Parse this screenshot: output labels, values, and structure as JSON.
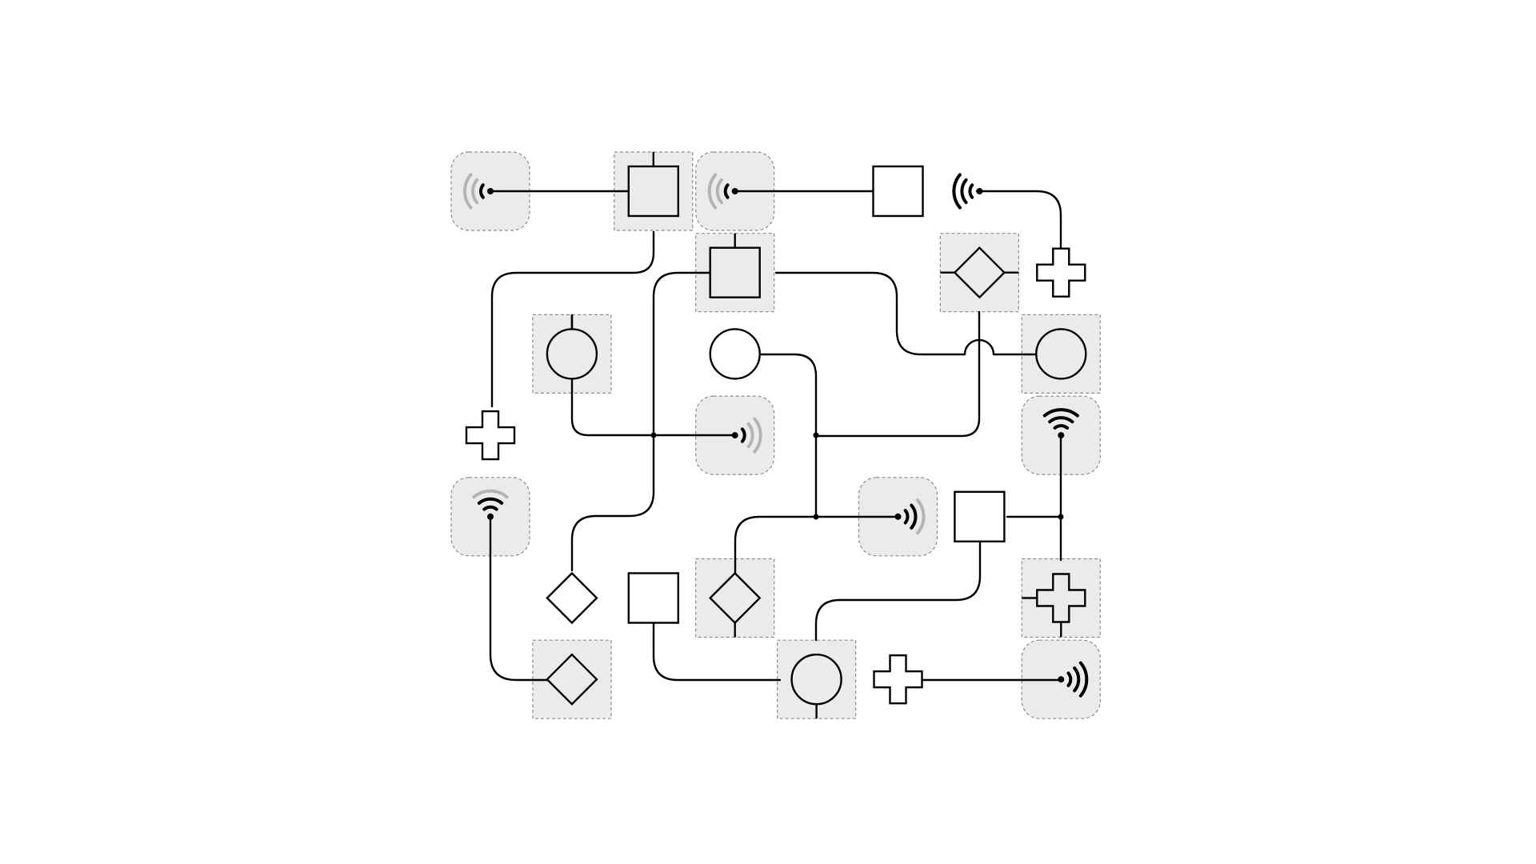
{
  "puzzle": {
    "type": "network-connection",
    "grid": {
      "cols": 8,
      "rows": 7
    },
    "colors": {
      "background": "#ffffff",
      "tile_fill": "#ebebeb",
      "tile_border": "#8c8c8c",
      "wire": "#000000",
      "signal_off": "#b4b4b4"
    },
    "nodes": [
      {
        "id": "n1",
        "kind": "transmitter",
        "col": 0,
        "row": 0,
        "tile": true,
        "dir": "left",
        "strength": 1
      },
      {
        "id": "n2",
        "kind": "square",
        "col": 2,
        "row": 0,
        "tile": true,
        "stubs": [
          "top"
        ]
      },
      {
        "id": "n3",
        "kind": "transmitter",
        "col": 3,
        "row": 0,
        "tile": true,
        "dir": "left",
        "strength": 1
      },
      {
        "id": "n4",
        "kind": "square",
        "col": 5,
        "row": 0,
        "tile": false
      },
      {
        "id": "n5",
        "kind": "transmitter",
        "col": 6,
        "row": 0,
        "tile": false,
        "dir": "left",
        "strength": 3
      },
      {
        "id": "n6",
        "kind": "square",
        "col": 3,
        "row": 1,
        "tile": true,
        "stubs": [
          "top"
        ]
      },
      {
        "id": "n7",
        "kind": "diamond",
        "col": 6,
        "row": 1,
        "tile": true,
        "stubs": [
          "left",
          "right"
        ]
      },
      {
        "id": "n8",
        "kind": "cross",
        "col": 7,
        "row": 1,
        "tile": false
      },
      {
        "id": "n9",
        "kind": "circle",
        "col": 1,
        "row": 2,
        "tile": true,
        "stubs": [
          "top"
        ]
      },
      {
        "id": "n10",
        "kind": "circle",
        "col": 3,
        "row": 2,
        "tile": false
      },
      {
        "id": "n11",
        "kind": "circle",
        "col": 7,
        "row": 2,
        "tile": true
      },
      {
        "id": "n12",
        "kind": "cross",
        "col": 0,
        "row": 3,
        "tile": false
      },
      {
        "id": "n13",
        "kind": "transmitter",
        "col": 3,
        "row": 3,
        "tile": true,
        "dir": "right",
        "strength": 1
      },
      {
        "id": "n14",
        "kind": "transmitter",
        "col": 7,
        "row": 3,
        "tile": true,
        "dir": "up",
        "strength": 3
      },
      {
        "id": "n15",
        "kind": "transmitter",
        "col": 0,
        "row": 4,
        "tile": true,
        "dir": "up",
        "strength": 2
      },
      {
        "id": "n16",
        "kind": "transmitter",
        "col": 5,
        "row": 4,
        "tile": true,
        "dir": "right",
        "strength": 2
      },
      {
        "id": "n17",
        "kind": "square",
        "col": 6,
        "row": 4,
        "tile": false
      },
      {
        "id": "n18",
        "kind": "diamond",
        "col": 1,
        "row": 5,
        "tile": false
      },
      {
        "id": "n19",
        "kind": "square",
        "col": 2,
        "row": 5,
        "tile": false
      },
      {
        "id": "n20",
        "kind": "diamond",
        "col": 3,
        "row": 5,
        "tile": true,
        "stubs": [
          "bottom"
        ]
      },
      {
        "id": "n21",
        "kind": "cross",
        "col": 7,
        "row": 5,
        "tile": true,
        "stubs": [
          "left",
          "bottom"
        ]
      },
      {
        "id": "n22",
        "kind": "diamond",
        "col": 1,
        "row": 6,
        "tile": true
      },
      {
        "id": "n23",
        "kind": "circle",
        "col": 4,
        "row": 6,
        "tile": true,
        "stubs": [
          "bottom"
        ]
      },
      {
        "id": "n24",
        "kind": "cross",
        "col": 5,
        "row": 6,
        "tile": false
      },
      {
        "id": "n25",
        "kind": "transmitter",
        "col": 7,
        "row": 6,
        "tile": true,
        "dir": "right",
        "strength": 3
      }
    ]
  }
}
